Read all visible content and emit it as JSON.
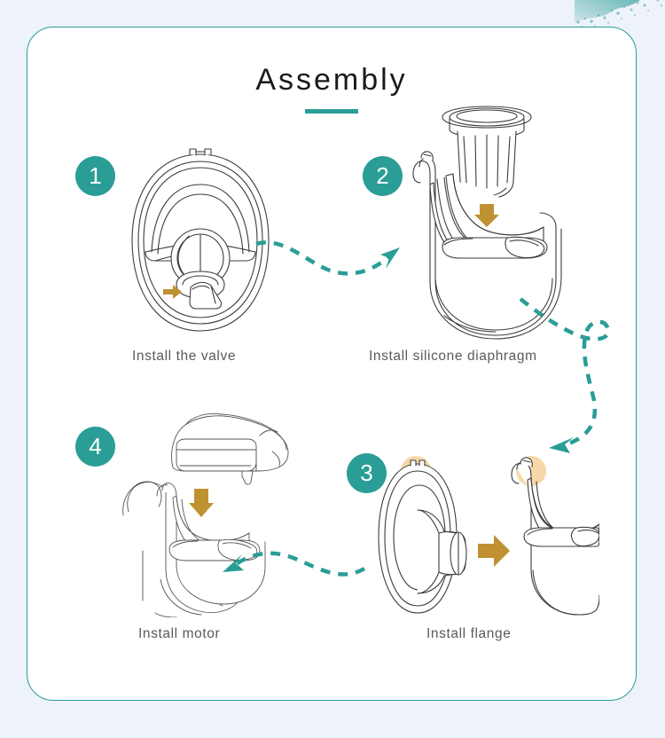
{
  "page": {
    "background_color": "#eef2fa",
    "card_background": "#ffffff",
    "accent_color": "#2a9d96",
    "gold_color": "#bf9130",
    "highlight_color": "#f8d8a8",
    "title": "Assembly"
  },
  "decorations": {
    "brush_corner": "brush-stroke-decoration",
    "title_underline": "title-underline-bar"
  },
  "steps": [
    {
      "number": "1",
      "caption": "Install the valve",
      "illustration": "collector-cup-top-view-with-valve",
      "indicator": "gold-arrow-pointing-to-valve"
    },
    {
      "number": "2",
      "caption": "Install silicone diaphragm",
      "illustration": "silicone-diaphragm-inserting-into-cup",
      "indicator": "gold-down-arrow"
    },
    {
      "number": "3",
      "caption": "Install flange",
      "illustration": "flange-attaching-to-cup",
      "indicator": "gold-right-arrow"
    },
    {
      "number": "4",
      "caption": "Install motor",
      "illustration": "hands-placing-motor-onto-cup",
      "indicator": "gold-down-arrow"
    }
  ],
  "connectors": [
    {
      "name": "arrow-step1-to-step2",
      "style": "dashed-curved",
      "color": "#2a9d96"
    },
    {
      "name": "arrow-step2-to-step3",
      "style": "dashed-looping",
      "color": "#2a9d96"
    },
    {
      "name": "arrow-step3-to-step4",
      "style": "dashed-curved",
      "color": "#2a9d96"
    }
  ]
}
